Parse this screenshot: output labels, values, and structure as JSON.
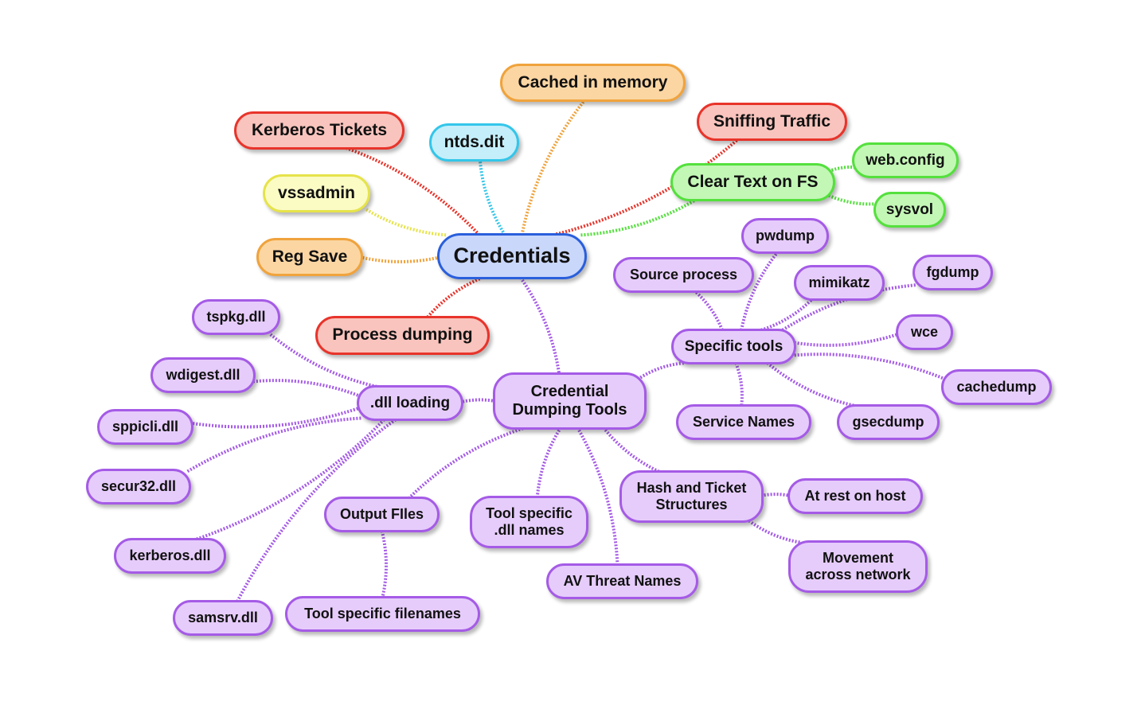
{
  "diagram": {
    "type": "mind-map",
    "root": "credentials",
    "colors": {
      "red": "#e8342b",
      "orange": "#f0a33c",
      "yellow": "#e6e34a",
      "cyan": "#33c6ea",
      "green": "#54e03d",
      "purple": "#a55be6",
      "blue": "#2a5fdc"
    },
    "nodes": [
      {
        "id": "credentials",
        "label": "Credentials",
        "color": "blue"
      },
      {
        "id": "cached-in-memory",
        "label": "Cached in memory",
        "color": "orange"
      },
      {
        "id": "kerberos-tickets",
        "label": "Kerberos Tickets",
        "color": "red"
      },
      {
        "id": "ntds-dit",
        "label": "ntds.dit",
        "color": "cyan"
      },
      {
        "id": "sniffing-traffic",
        "label": "Sniffing Traffic",
        "color": "red"
      },
      {
        "id": "vssadmin",
        "label": "vssadmin",
        "color": "yellow"
      },
      {
        "id": "clear-text-on-fs",
        "label": "Clear Text on FS",
        "color": "green"
      },
      {
        "id": "web-config",
        "label": "web.config",
        "color": "green"
      },
      {
        "id": "sysvol",
        "label": "sysvol",
        "color": "green"
      },
      {
        "id": "reg-save",
        "label": "Reg Save",
        "color": "orange"
      },
      {
        "id": "process-dumping",
        "label": "Process dumping",
        "color": "red"
      },
      {
        "id": "credential-dumping-tools",
        "label": "Credential Dumping Tools",
        "color": "purple"
      },
      {
        "id": "dll-loading",
        "label": ".dll loading",
        "color": "purple"
      },
      {
        "id": "tspkg-dll",
        "label": "tspkg.dll",
        "color": "purple"
      },
      {
        "id": "wdigest-dll",
        "label": "wdigest.dll",
        "color": "purple"
      },
      {
        "id": "sppicli-dll",
        "label": "sppicli.dll",
        "color": "purple"
      },
      {
        "id": "secur32-dll",
        "label": "secur32.dll",
        "color": "purple"
      },
      {
        "id": "kerberos-dll",
        "label": "kerberos.dll",
        "color": "purple"
      },
      {
        "id": "samsrv-dll",
        "label": "samsrv.dll",
        "color": "purple"
      },
      {
        "id": "specific-tools",
        "label": "Specific tools",
        "color": "purple"
      },
      {
        "id": "source-process",
        "label": "Source process",
        "color": "purple"
      },
      {
        "id": "pwdump",
        "label": "pwdump",
        "color": "purple"
      },
      {
        "id": "mimikatz",
        "label": "mimikatz",
        "color": "purple"
      },
      {
        "id": "fgdump",
        "label": "fgdump",
        "color": "purple"
      },
      {
        "id": "wce",
        "label": "wce",
        "color": "purple"
      },
      {
        "id": "cachedump",
        "label": "cachedump",
        "color": "purple"
      },
      {
        "id": "gsecdump",
        "label": "gsecdump",
        "color": "purple"
      },
      {
        "id": "service-names",
        "label": "Service Names",
        "color": "purple"
      },
      {
        "id": "output-files",
        "label": "Output FIles",
        "color": "purple"
      },
      {
        "id": "tool-specific-filenames",
        "label": "Tool specific filenames",
        "color": "purple"
      },
      {
        "id": "tool-specific-dll-names",
        "label": "Tool specific .dll names",
        "color": "purple"
      },
      {
        "id": "av-threat-names",
        "label": "AV Threat Names",
        "color": "purple"
      },
      {
        "id": "hash-and-ticket-structures",
        "label": "Hash and Ticket Structures",
        "color": "purple"
      },
      {
        "id": "at-rest-on-host",
        "label": "At rest on host",
        "color": "purple"
      },
      {
        "id": "movement-across-network",
        "label": "Movement across network",
        "color": "purple"
      }
    ],
    "edges": [
      {
        "from": "credentials",
        "to": "cached-in-memory",
        "color": "orange"
      },
      {
        "from": "credentials",
        "to": "kerberos-tickets",
        "color": "red"
      },
      {
        "from": "credentials",
        "to": "ntds-dit",
        "color": "cyan"
      },
      {
        "from": "credentials",
        "to": "sniffing-traffic",
        "color": "red"
      },
      {
        "from": "credentials",
        "to": "vssadmin",
        "color": "yellow"
      },
      {
        "from": "credentials",
        "to": "clear-text-on-fs",
        "color": "green"
      },
      {
        "from": "clear-text-on-fs",
        "to": "web-config",
        "color": "green"
      },
      {
        "from": "clear-text-on-fs",
        "to": "sysvol",
        "color": "green"
      },
      {
        "from": "credentials",
        "to": "reg-save",
        "color": "orange"
      },
      {
        "from": "credentials",
        "to": "process-dumping",
        "color": "red"
      },
      {
        "from": "credentials",
        "to": "credential-dumping-tools",
        "color": "purple"
      },
      {
        "from": "credential-dumping-tools",
        "to": "dll-loading",
        "color": "purple"
      },
      {
        "from": "dll-loading",
        "to": "tspkg-dll",
        "color": "purple"
      },
      {
        "from": "dll-loading",
        "to": "wdigest-dll",
        "color": "purple"
      },
      {
        "from": "dll-loading",
        "to": "sppicli-dll",
        "color": "purple"
      },
      {
        "from": "dll-loading",
        "to": "secur32-dll",
        "color": "purple"
      },
      {
        "from": "dll-loading",
        "to": "kerberos-dll",
        "color": "purple"
      },
      {
        "from": "dll-loading",
        "to": "samsrv-dll",
        "color": "purple"
      },
      {
        "from": "credential-dumping-tools",
        "to": "specific-tools",
        "color": "purple"
      },
      {
        "from": "specific-tools",
        "to": "source-process",
        "color": "purple"
      },
      {
        "from": "specific-tools",
        "to": "pwdump",
        "color": "purple"
      },
      {
        "from": "specific-tools",
        "to": "mimikatz",
        "color": "purple"
      },
      {
        "from": "specific-tools",
        "to": "fgdump",
        "color": "purple"
      },
      {
        "from": "specific-tools",
        "to": "wce",
        "color": "purple"
      },
      {
        "from": "specific-tools",
        "to": "cachedump",
        "color": "purple"
      },
      {
        "from": "specific-tools",
        "to": "gsecdump",
        "color": "purple"
      },
      {
        "from": "specific-tools",
        "to": "service-names",
        "color": "purple"
      },
      {
        "from": "credential-dumping-tools",
        "to": "output-files",
        "color": "purple"
      },
      {
        "from": "output-files",
        "to": "tool-specific-filenames",
        "color": "purple"
      },
      {
        "from": "credential-dumping-tools",
        "to": "tool-specific-dll-names",
        "color": "purple"
      },
      {
        "from": "credential-dumping-tools",
        "to": "av-threat-names",
        "color": "purple"
      },
      {
        "from": "credential-dumping-tools",
        "to": "hash-and-ticket-structures",
        "color": "purple"
      },
      {
        "from": "hash-and-ticket-structures",
        "to": "at-rest-on-host",
        "color": "purple"
      },
      {
        "from": "hash-and-ticket-structures",
        "to": "movement-across-network",
        "color": "purple"
      }
    ]
  }
}
